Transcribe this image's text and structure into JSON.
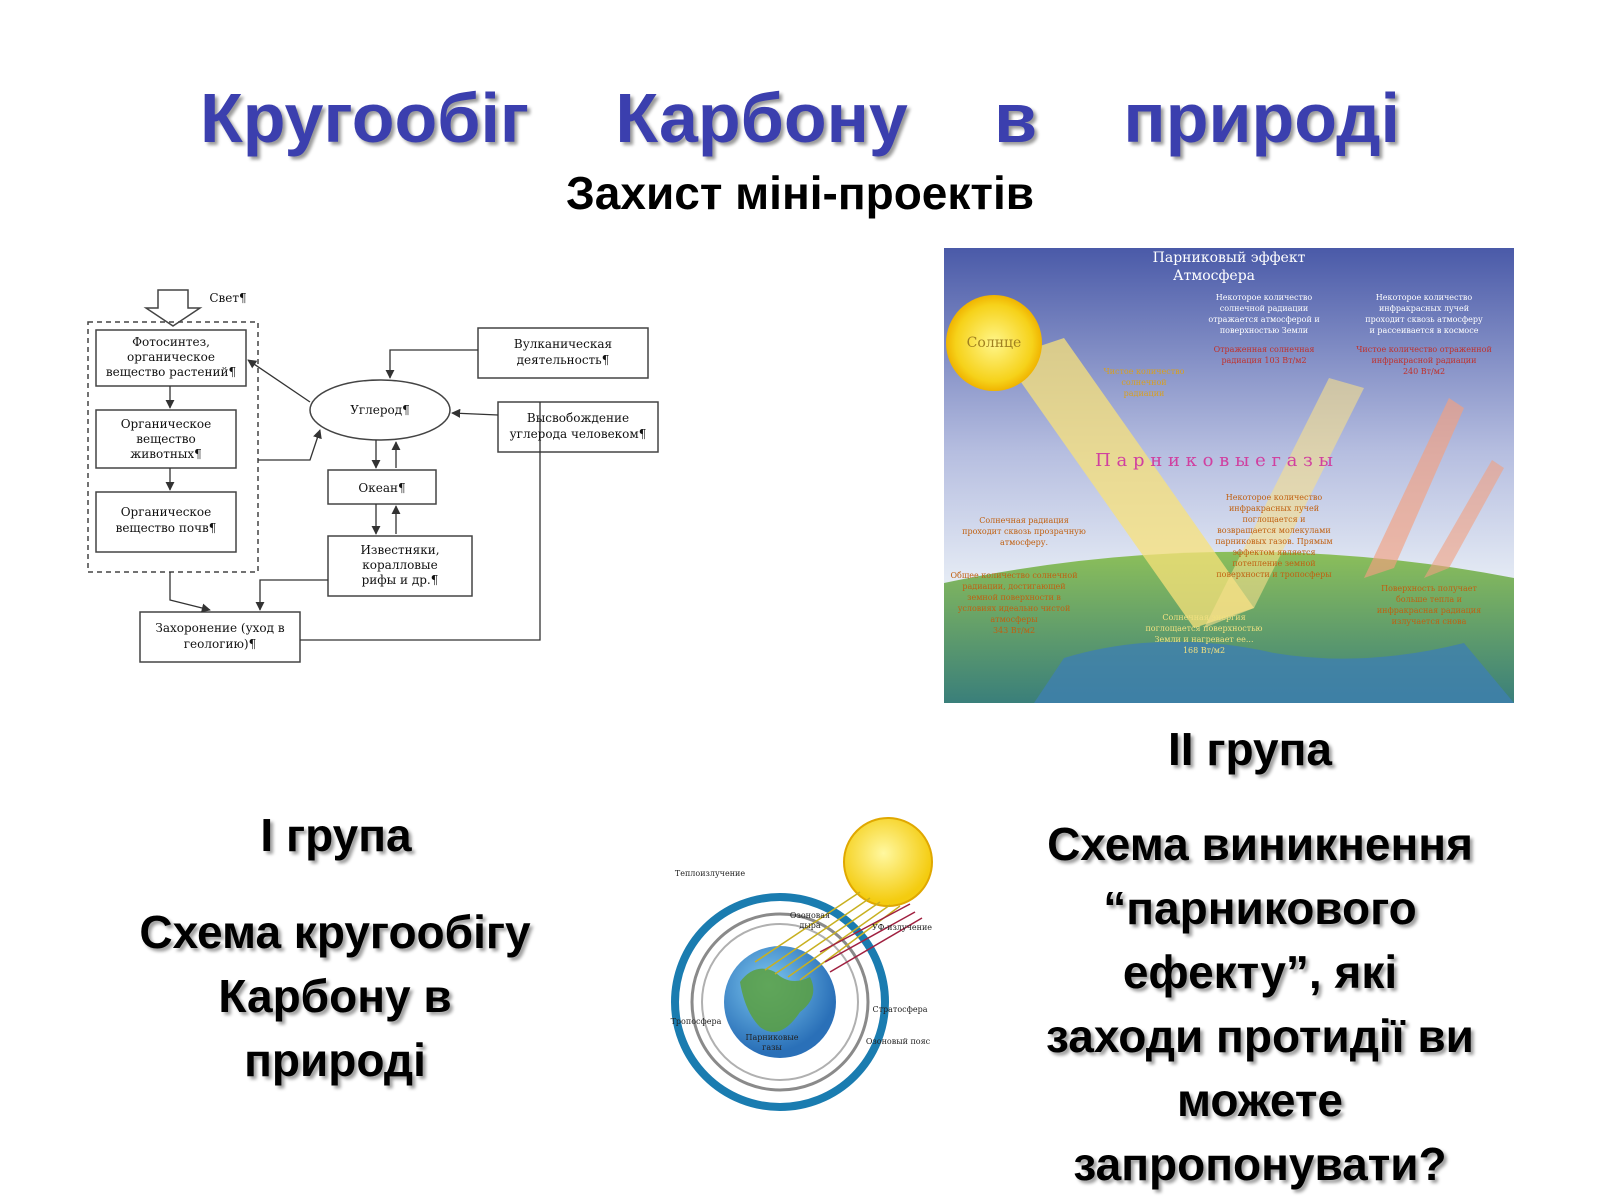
{
  "slide": {
    "title_words": [
      "Кругообіг",
      "Карбону",
      "в",
      "природі"
    ],
    "subtitle": "Захист міні-проектів"
  },
  "group1": {
    "label": "I група",
    "description_lines": [
      "Схема кругообігу",
      "Карбону в",
      "природі"
    ]
  },
  "group2": {
    "label": "II група",
    "description_lines": [
      "Схема виникнення",
      "“парникового",
      "ефекту”, які",
      "заходи протидії ви",
      "можете",
      "запропонувати?"
    ]
  },
  "carbon_scheme": {
    "light": "Свет¶",
    "photosynthesis": [
      "Фотосинтез,",
      "органическое",
      "вещество растений¶"
    ],
    "animals": [
      "Органическое",
      "вещество",
      "животных¶"
    ],
    "soil": [
      "Органическое",
      "вещество почв¶"
    ],
    "carbon": "Углерод¶",
    "volcanic": [
      "Вулканическая",
      "деятельность¶"
    ],
    "human": [
      "Высвобождение",
      "углерода человеком¶"
    ],
    "ocean": "Океан¶",
    "limestone": [
      "Известняки,",
      "коралловые",
      "рифы и др.¶"
    ],
    "burial": [
      "Захоронение (уход в",
      "геологию)¶"
    ]
  },
  "greenhouse_image": {
    "title": "Парниковый эффект",
    "atmosphere": "Атмосфера",
    "sun": "Солнце",
    "gases": "П а р н и к о в ы е   г а з ы",
    "reflected": [
      "Некоторое количество",
      "солнечной радиации",
      "отражается атмосферой и",
      "поверхностью Земли"
    ],
    "reflected_value": [
      "Отраженная солнечная",
      "радиация 103 Вт/м2"
    ],
    "infrared": [
      "Некоторое количество",
      "инфракрасных лучей",
      "проходит сквозь атмосферу",
      "и рассеивается в космосе"
    ],
    "infrared_value": [
      "Чистое количество отраженной",
      "инфракрасной радиации",
      "240 Вт/м2"
    ],
    "net_solar": [
      "Чистое количество",
      "солнечной",
      "радиации"
    ],
    "passes": [
      "Солнечная радиация",
      "проходит сквозь прозрачную",
      "атмосферу."
    ],
    "absorbed": [
      "Некоторое количество",
      "инфракрасных лучей",
      "поглощается и",
      "возвращается молекулами",
      "парниковых газов. Прямым",
      "эффектом является",
      "потепление земной",
      "поверхности и тропосферы"
    ],
    "total": [
      "Общее количество солнечной",
      "радиации, достигающей",
      "земной поверхности в",
      "условиях идеально чистой",
      "атмосферы",
      "343 Вт/м2"
    ],
    "surface_warm": [
      "Поверхность получает",
      "больше тепла и",
      "инфракрасная радиация",
      "излучается снова"
    ],
    "absorbed_surface": [
      "Солнечная энергия",
      "поглощается поверхностью",
      "Земли и нагревает ее...",
      "168 Вт/м2"
    ]
  },
  "earth_image": {
    "heat": "Теплоизлучение",
    "ozone_hole": [
      "Озоновая",
      "дыра"
    ],
    "uv": "УФ-излучение",
    "stratosphere": "Стратосфера",
    "troposphere": "Тропосфера",
    "ozone_layer": "Озоновый пояс",
    "greenhouse_gases": [
      "Парниковые",
      "газы"
    ]
  },
  "colors": {
    "title": "#3b3fae",
    "text": "#000000",
    "shadow": "#9f9f9f"
  }
}
